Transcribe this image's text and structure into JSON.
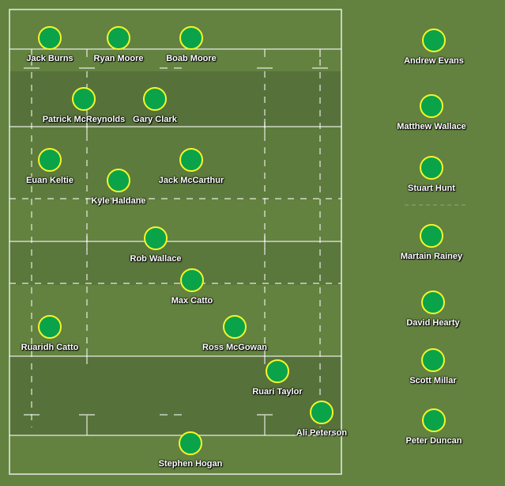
{
  "team": {
    "colors": {
      "token_fill": "#0aa34a",
      "token_border": "#f5f52a",
      "pitch_grass": "#638240",
      "pitch_stripe_dark": "#56723a",
      "pitch_lines": "#ffffff"
    },
    "starters": [
      {
        "name": "Jack Burns"
      },
      {
        "name": "Ryan Moore"
      },
      {
        "name": "Boab Moore"
      },
      {
        "name": "Patrick McReynolds"
      },
      {
        "name": "Gary Clark"
      },
      {
        "name": "Euan Keltie"
      },
      {
        "name": "Jack McCarthur"
      },
      {
        "name": "Kyle Haldane"
      },
      {
        "name": "Rob Wallace"
      },
      {
        "name": "Max Catto"
      },
      {
        "name": "Ruaridh Catto"
      },
      {
        "name": "Ross McGowan"
      },
      {
        "name": "Ruari Taylor"
      },
      {
        "name": "Ali Peterson"
      },
      {
        "name": "Stephen Hogan"
      }
    ],
    "bench": [
      {
        "name": "Andrew Evans"
      },
      {
        "name": "Matthew Wallace"
      },
      {
        "name": "Stuart Hunt"
      },
      {
        "name": "Martain Rainey"
      },
      {
        "name": "David Hearty"
      },
      {
        "name": "Scott Millar"
      },
      {
        "name": "Peter Duncan"
      }
    ]
  }
}
